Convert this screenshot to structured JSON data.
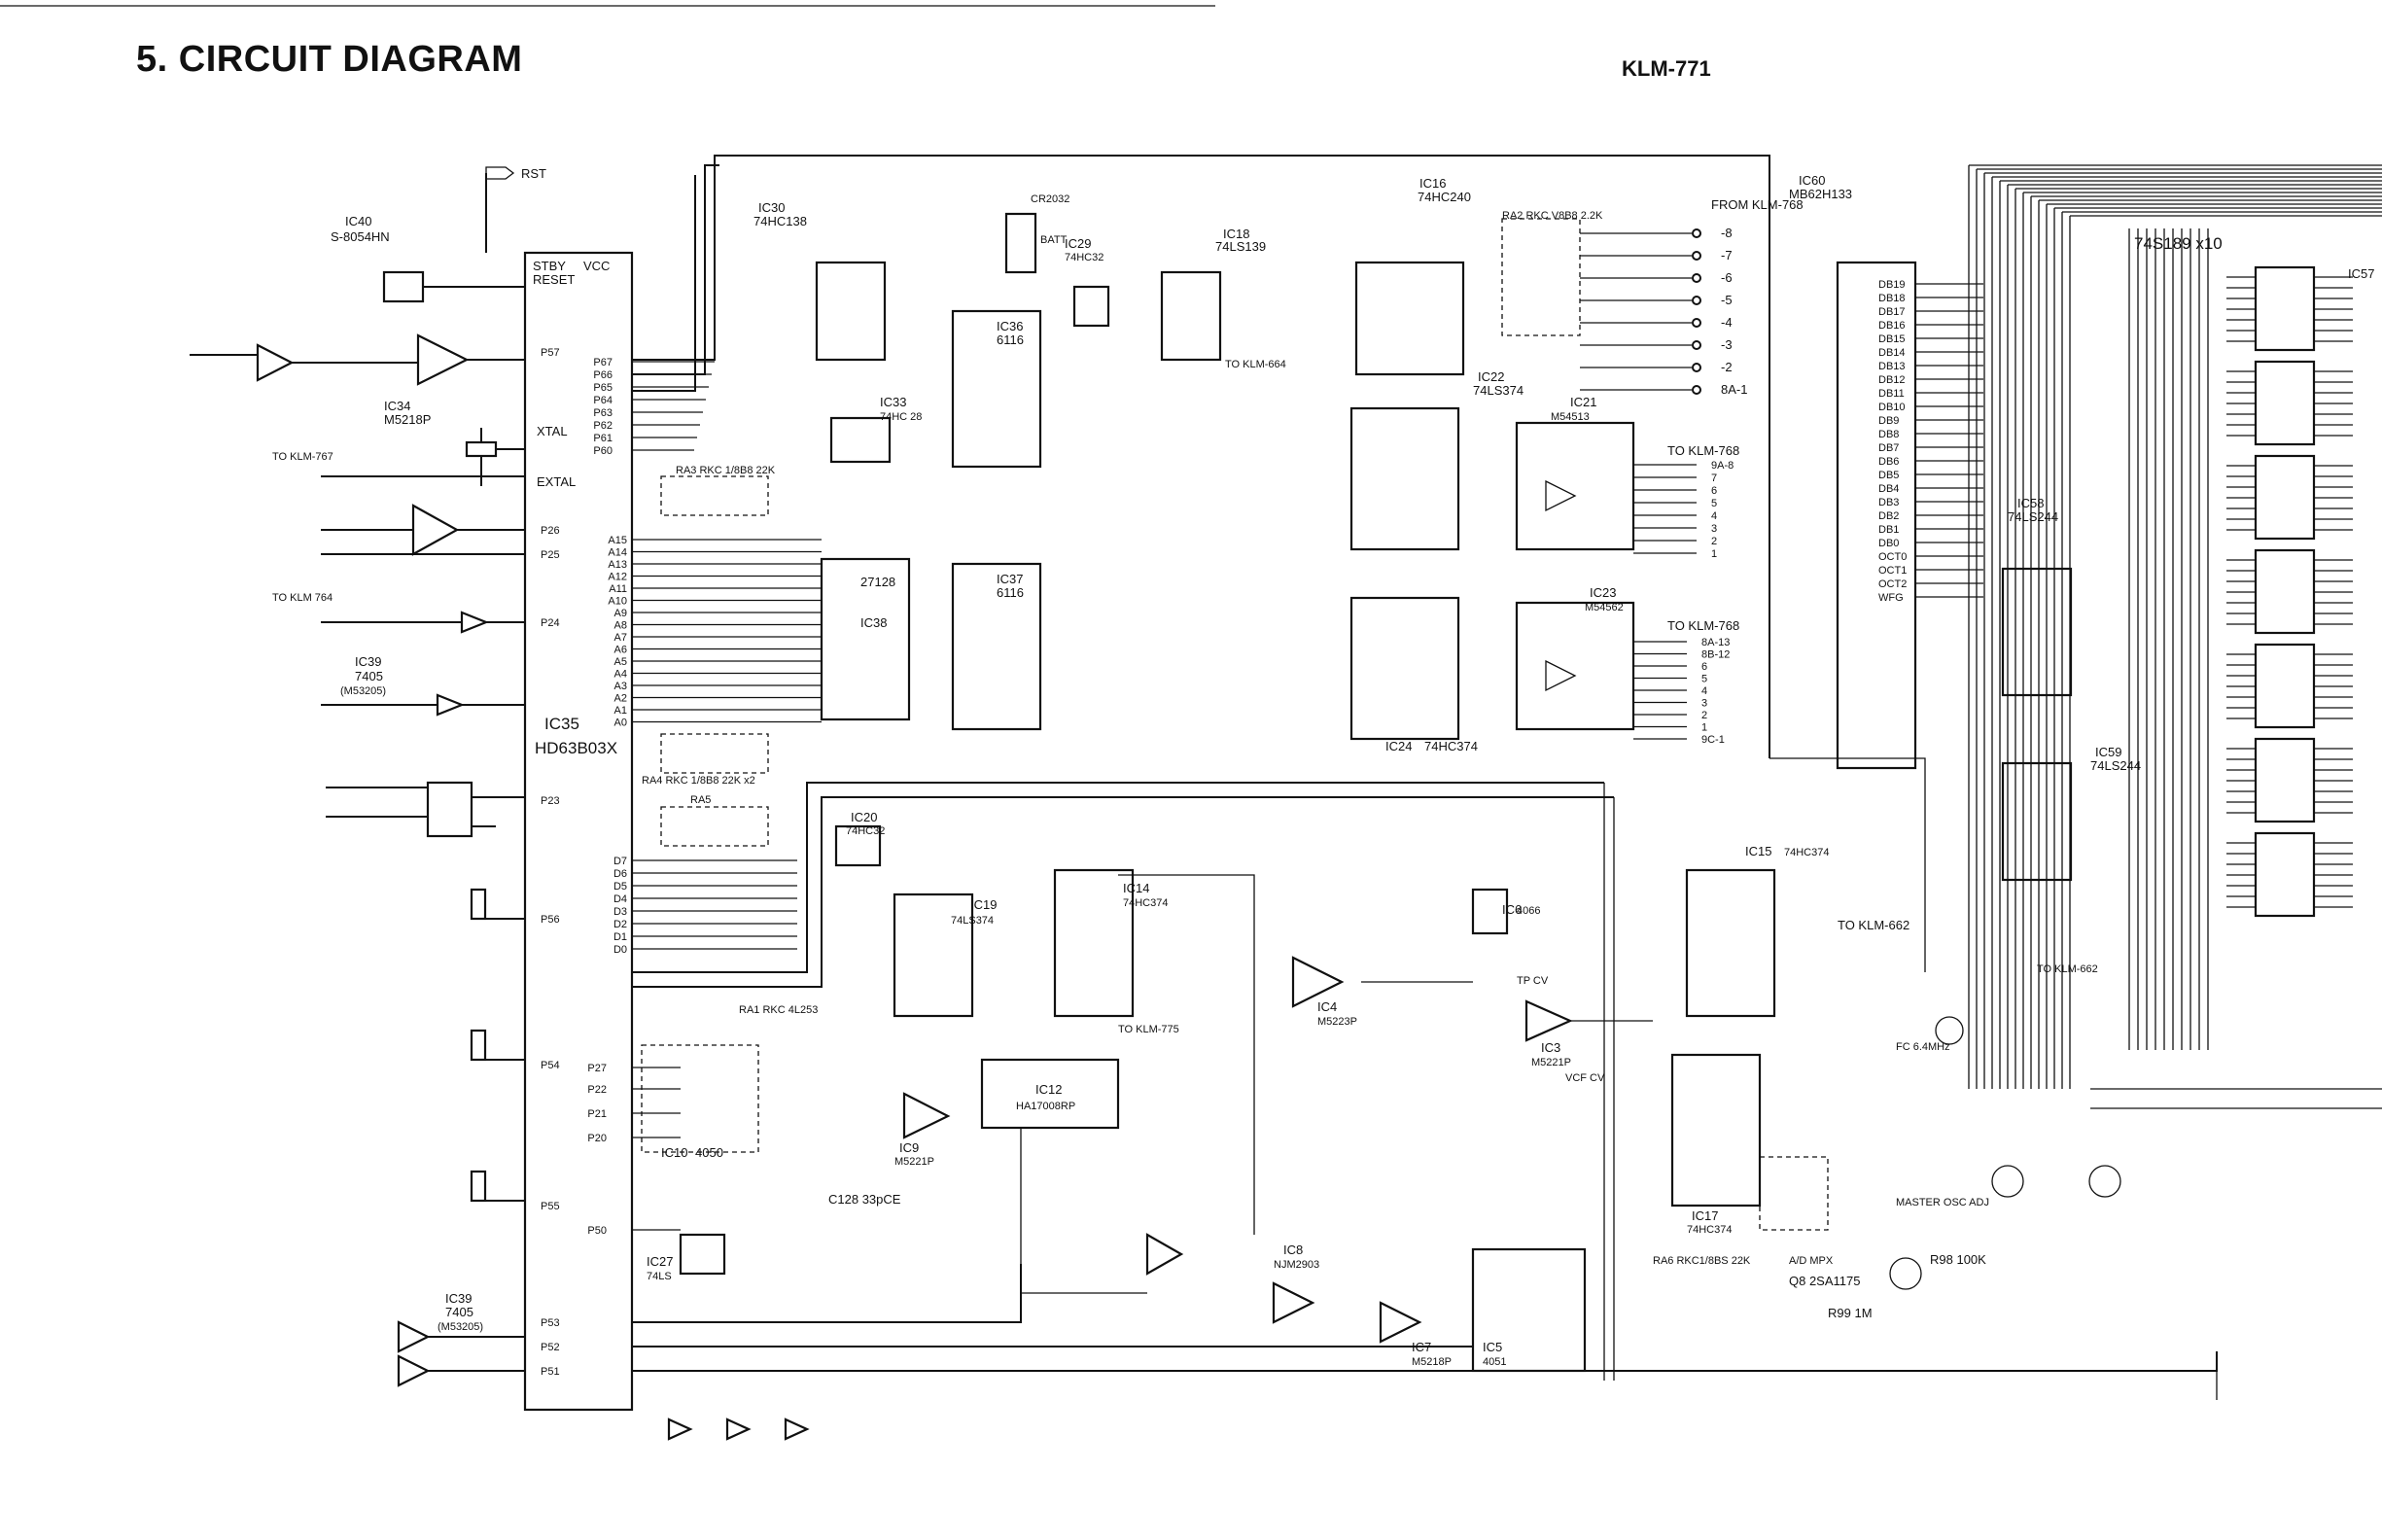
{
  "header": {
    "title": "5. CIRCUIT DIAGRAM",
    "model": "KLM-771"
  },
  "components": {
    "ic35": {
      "ref": "IC35",
      "part": "HD63B03X"
    },
    "ic40": {
      "ref": "IC40",
      "part": "S-8054HN"
    },
    "ic34": {
      "ref": "IC34",
      "part": "M5218P"
    },
    "ic39a": {
      "ref": "IC39",
      "part": "7405"
    },
    "ic39a_alt": "(M53205)",
    "ic39b": {
      "ref": "IC39",
      "part": "7405"
    },
    "ic39b_alt": "(M53205)",
    "ic30": {
      "ref": "IC30",
      "part": "74HC138"
    },
    "ic33": {
      "ref": "IC33",
      "part": "74HC 28"
    },
    "ic36": {
      "ref": "IC36",
      "part": "6116"
    },
    "ic37": {
      "ref": "IC37",
      "part": "6116"
    },
    "ic38": {
      "ref": "IC38",
      "part": "27128"
    },
    "ic29": {
      "ref": "IC29",
      "part": "74HC32"
    },
    "ic18": {
      "ref": "IC18",
      "part": "74LS139"
    },
    "ic16": {
      "ref": "IC16",
      "part": "74HC240"
    },
    "ic22": {
      "ref": "IC22",
      "part": "74LS374"
    },
    "ic21": {
      "ref": "IC21",
      "part": "M54513"
    },
    "ic23": {
      "ref": "IC23",
      "part": "M54562"
    },
    "ic24": {
      "ref": "IC24",
      "part": "74HC374"
    },
    "ic60": {
      "ref": "IC60",
      "part": "MB62H133"
    },
    "ic58": {
      "ref": "IC58",
      "part": "74LS244"
    },
    "ic59": {
      "ref": "IC59",
      "part": "74LS244"
    },
    "ic57": {
      "ref": "IC57",
      "part": "74S189 x10"
    },
    "ic20": {
      "ref": "IC20",
      "part": "74HC32"
    },
    "ic19": {
      "ref": "IC19",
      "part": "74LS374"
    },
    "ic14": {
      "ref": "IC14",
      "part": "74HC374"
    },
    "ic12": {
      "ref": "IC12",
      "part": "HA17008RP"
    },
    "ic10": {
      "ref": "IC10",
      "part": "4050"
    },
    "ic9": {
      "ref": "IC9",
      "part": "M5221P"
    },
    "ic7": {
      "ref": "IC7",
      "part": "M5218P"
    },
    "ic8": {
      "ref": "IC8",
      "part": "NJM2903"
    },
    "ic5": {
      "ref": "IC5",
      "part": "4051"
    },
    "ic17": {
      "ref": "IC17",
      "part": "74HC374"
    },
    "ic15": {
      "ref": "IC15",
      "part": "74HC374"
    },
    "ic6": {
      "ref": "IC6",
      "part": "4066"
    },
    "ic4": {
      "ref": "IC4",
      "part": "M5223P"
    },
    "ic3": {
      "ref": "IC3",
      "part": "M5221P"
    },
    "ic27": {
      "ref": "IC27",
      "part": "74LS"
    }
  },
  "labels": {
    "rst": "RST",
    "stby": "STBY",
    "vcc": "VCC",
    "reset": "RESET",
    "xtal": "XTAL",
    "extal": "EXTAL",
    "batt": "BATT",
    "cr2032": "CR2032",
    "from_klm768": "FROM KLM-768",
    "to_klm767": "TO KLM-767",
    "to_klm764": "TO KLM 764",
    "to_klm664": "TO KLM-664",
    "to_klm768a": "TO KLM-768",
    "to_klm768b": "TO KLM-768",
    "to_klm662a": "TO KLM-662",
    "to_klm662b": "TO KLM-662",
    "to_klm775": "TO KLM-775",
    "master_osc": "MASTER OSC ADJ",
    "q8": "Q8 2SA1175",
    "a_d_mpx": "A/D MPX",
    "ra6": "RA6 RKC1/8BS 22K",
    "r99": "R99 1M",
    "r98": "R98 100K",
    "fc": "FC 6.4MHz",
    "tp_cv": "TP CV",
    "vcf_cv": "VCF CV",
    "ra1": "RA1 RKC 4L253",
    "ra2": "RA2 RKC V8B8 2.2K",
    "ra3": "RA3 RKC 1/8B8 22K",
    "ra4": "RA4 RKC 1/8B8 22K x2",
    "ra5": "RA5",
    "c128": "C128 33pCE"
  },
  "ic35_pins_left": [
    "P67",
    "P66",
    "P65",
    "P64",
    "P63",
    "P62",
    "P61",
    "P60"
  ],
  "ic35_pins_right": [
    "P57",
    "P26",
    "P25",
    "P24",
    "P23",
    "P56",
    "P54",
    "P55",
    "P53",
    "P52",
    "P51",
    "P50",
    "P27",
    "P22",
    "P21",
    "P20"
  ],
  "address_lines": [
    "A15",
    "A14",
    "A13",
    "A12",
    "A11",
    "A10",
    "A9",
    "A8",
    "A7",
    "A6",
    "A5",
    "A4",
    "A3",
    "A2",
    "A1",
    "A0"
  ],
  "data_lines": [
    "D7",
    "D6",
    "D5",
    "D4",
    "D3",
    "D2",
    "D1",
    "D0"
  ],
  "ic60_pins": [
    "DB19",
    "DB18",
    "DB17",
    "DB16",
    "DB15",
    "DB14",
    "DB13",
    "DB12",
    "DB11",
    "DB10",
    "DB9",
    "DB8",
    "DB7",
    "DB6",
    "DB5",
    "DB4",
    "DB3",
    "DB2",
    "DB1",
    "DB0",
    "OCT0",
    "OCT1",
    "OCT2",
    "WFG"
  ],
  "from768_pins": [
    "-8",
    "-7",
    "-6",
    "-5",
    "-4",
    "-3",
    "-2",
    "8A-1"
  ],
  "to768_pins": [
    "9A-8",
    "7",
    "6",
    "5",
    "4",
    "3",
    "2",
    "1"
  ],
  "to768b_pins": [
    "8A-13",
    "8B-12",
    "6",
    "5",
    "4",
    "3",
    "2",
    "1",
    "9C-1"
  ]
}
